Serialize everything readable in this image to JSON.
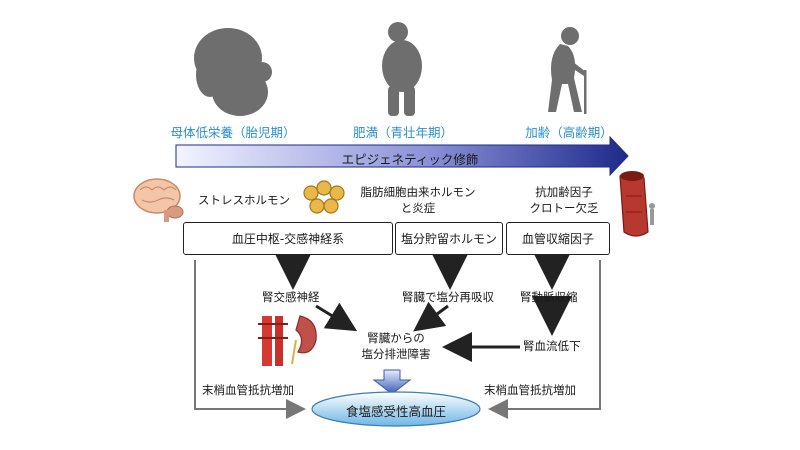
{
  "stages": {
    "fetal": "母体低栄養（胎児期）",
    "obesity": "肥満（青壮年期）",
    "aging": "加齢（高齢期）"
  },
  "epigenetic_arrow": "エピジェネティック修飾",
  "factors": {
    "stress_hormone": "ストレスホルモン",
    "adipocyte_hormone_line1": "脂肪細胞由来ホルモン",
    "adipocyte_hormone_line2": "と炎症",
    "antiaging_line1": "抗加齢因子",
    "antiaging_line2": "クロトー欠乏"
  },
  "boxes": {
    "cns_sympathetic": "血圧中枢-交感神経系",
    "salt_hormone": "塩分貯留ホルモン",
    "vasoconstrictor": "血管収縮因子"
  },
  "middle": {
    "renal_sympathetic": "腎交感神経",
    "renal_salt_reabsorption": "腎臓で塩分再吸収",
    "renal_artery_constriction": "腎動脈収縮",
    "renal_excretion_line1": "腎臓からの",
    "renal_excretion_line2": "塩分排泄障害",
    "renal_blood_flow": "腎血流低下"
  },
  "peripheral": {
    "left": "末梢血管抵抗増加",
    "right": "末梢血管抵抗増加"
  },
  "result": "食塩感受性高血圧",
  "colors": {
    "stage_label": "#2a8fd0",
    "silhouette": "#6e6e6e",
    "arrow_dark": "#1e2a8a",
    "arrow_light": "#e8ecff",
    "result_fill_top": "#ffffff",
    "result_fill_bottom": "#6fb6e6"
  },
  "icons": [
    "fetus-silhouette-icon",
    "obese-person-silhouette-icon",
    "elderly-person-silhouette-icon",
    "brain-icon",
    "fat-cells-icon",
    "blood-vessel-icon",
    "kidney-icon"
  ]
}
